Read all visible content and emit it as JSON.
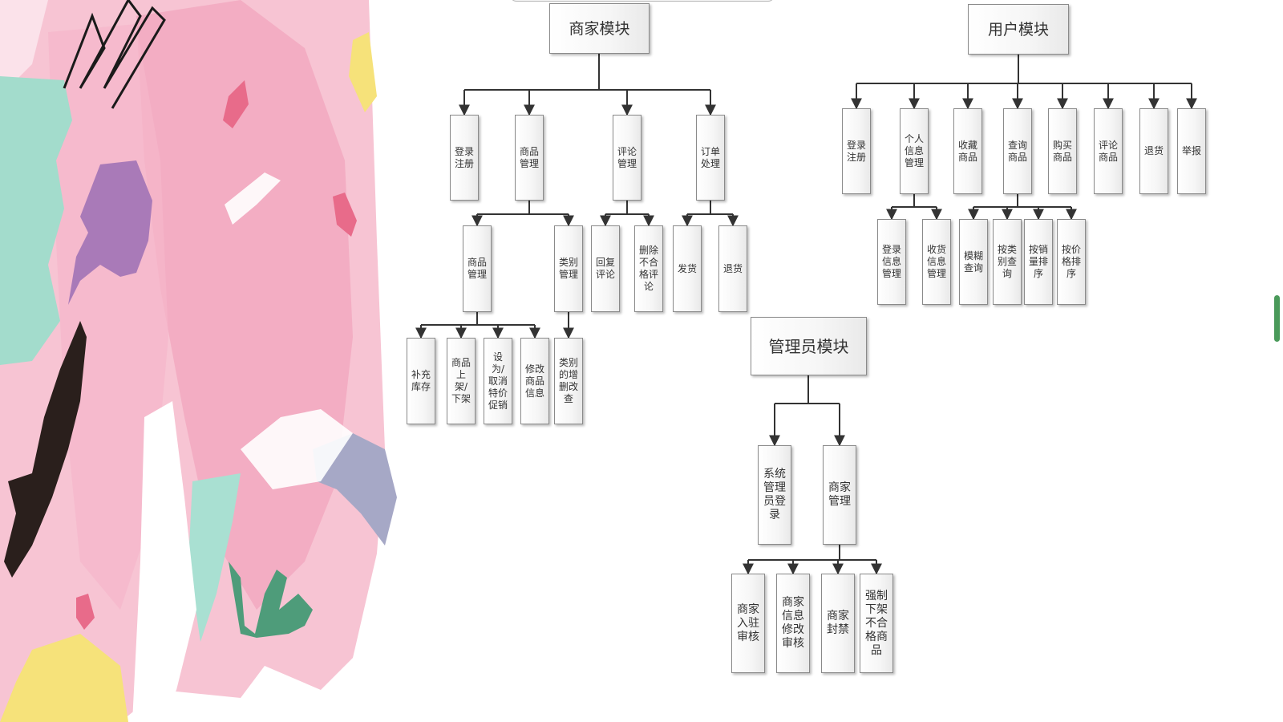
{
  "diagram": {
    "merchant_module": {
      "title": "商家模块",
      "level1": [
        "登录注册",
        "商品管理",
        "评论管理",
        "订单处理"
      ],
      "goods_level2": [
        "商品管理",
        "类别管理"
      ],
      "goods_level3": [
        "补充库存",
        "商品上架/下架",
        "设为/取消特价促销",
        "修改商品信息"
      ],
      "category_level3": [
        "类别的增删改查"
      ],
      "review_level2": [
        "回复评论",
        "删除不合格评论"
      ],
      "order_level2": [
        "发货",
        "退货"
      ]
    },
    "user_module": {
      "title": "用户模块",
      "level1": [
        "登录注册",
        "个人信息管理",
        "收藏商品",
        "查询商品",
        "购买商品",
        "评论商品",
        "退货",
        "举报"
      ],
      "personal_level2": [
        "登录信息管理",
        "收货信息管理"
      ],
      "query_level2": [
        "模糊查询",
        "按类别查询",
        "按销量排序",
        "按价格排序"
      ]
    },
    "admin_module": {
      "title": "管理员模块",
      "level1": [
        "系统管理员登录",
        "商家管理"
      ],
      "merchant_mgmt_level2": [
        "商家入驻审核",
        "商家信息修改审核",
        "商家封禁",
        "强制下架不合格商品"
      ]
    }
  },
  "colors": {
    "connector": "#333333",
    "node_border": "#8a8a8a",
    "background": "#ffffff",
    "scrollbar": "#4a9a5a"
  }
}
